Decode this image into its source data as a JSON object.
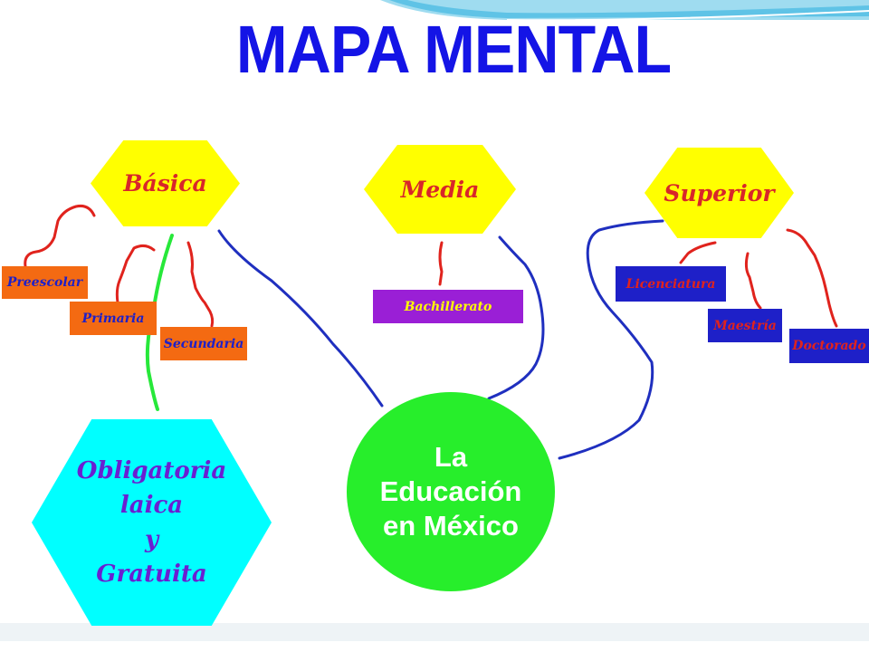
{
  "title": "MAPA MENTAL",
  "center": {
    "lines": [
      "La",
      "Educación",
      "en México"
    ]
  },
  "levels": [
    {
      "label": "Básica",
      "children": [
        "Preescolar",
        "Primaria",
        "Secundaria"
      ]
    },
    {
      "label": "Media",
      "children": [
        "Bachillerato"
      ]
    },
    {
      "label": "Superior",
      "children": [
        "Licenciatura",
        "Maestría",
        "Doctorado"
      ]
    }
  ],
  "note": {
    "lines": [
      "Obligatoria",
      "laica",
      "y",
      "Gratuita"
    ]
  },
  "colors": {
    "title": "#1414e6",
    "hexagon": "#ffff00",
    "hex_text": "#d8262a",
    "basica_boxes": "#f46a12",
    "media_box": "#9a1fd6",
    "superior_boxes": "#1e20c8",
    "note_fill": "#00ffff",
    "note_text": "#6a1fd1",
    "center_fill": "#27ee2b",
    "connector_red": "#e0231d",
    "connector_blue": "#1f2fbf",
    "connector_green": "#27e83a"
  }
}
